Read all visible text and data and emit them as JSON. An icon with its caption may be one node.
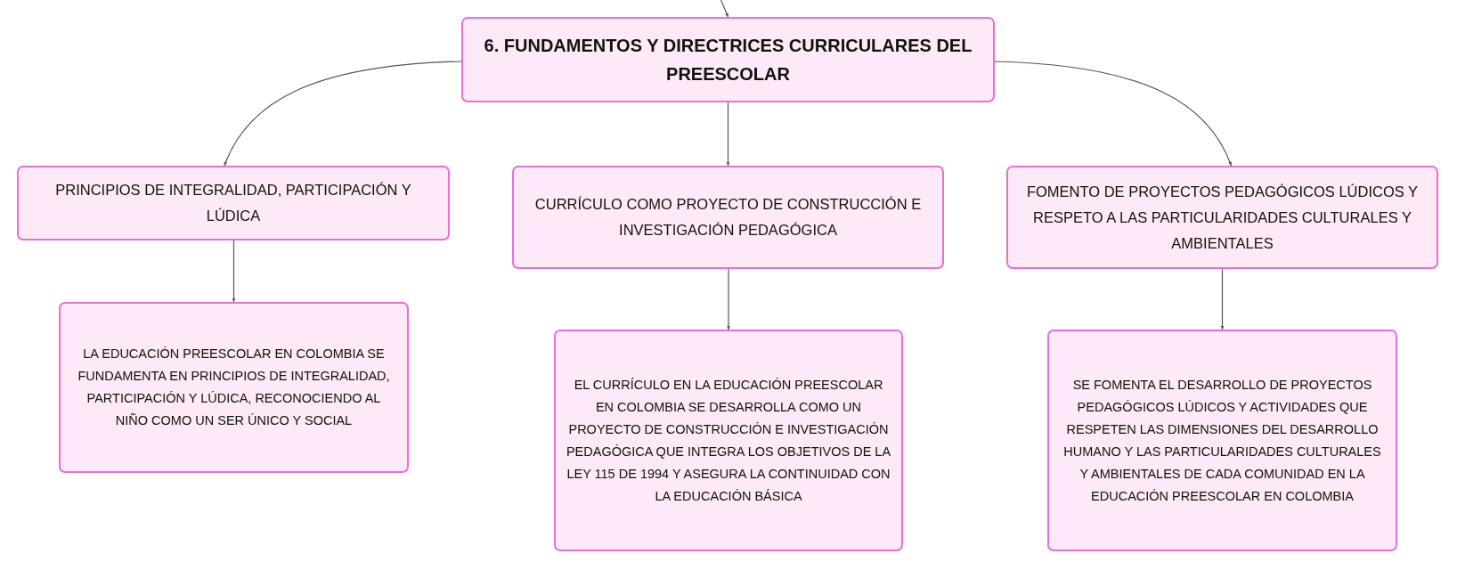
{
  "diagram": {
    "nodes": [
      {
        "text": [
          "6. FUNDAMENTOS Y DIRECTRICES CURRICULARES DEL PREESCOLAR"
        ]
      },
      {
        "text": [
          "PRINCIPIOS DE INTEGRALIDAD, PARTICIPACIÓN Y LÚDICA"
        ]
      },
      {
        "text": [
          "CURRÍCULO COMO PROYECTO DE CONSTRUCCIÓN E INVESTIGACIÓN PEDAGÓGICA"
        ]
      },
      {
        "text": [
          "FOMENTO DE PROYECTOS PEDAGÓGICOS LÚDICOS Y RESPETO A LAS PARTICULARIDADES CULTURALES Y AMBIENTALES"
        ]
      },
      {
        "text": [
          "LA EDUCACIÓN PREESCOLAR EN COLOMBIA SE FUNDAMENTA EN PRINCIPIOS DE INTEGRALIDAD, PARTICIPACIÓN Y LÚDICA, RECONOCIENDO AL NIÑO COMO UN SER ÚNICO Y SOCIAL"
        ]
      },
      {
        "text": [
          "EL CURRÍCULO EN LA EDUCACIÓN PREESCOLAR EN COLOMBIA SE DESARROLLA COMO UN PROYECTO DE CONSTRUCCIÓN E INVESTIGACIÓN PEDAGÓGICA QUE INTEGRA LOS OBJETIVOS DE LA LEY 115 DE 1994 Y ASEGURA LA CONTINUIDAD CON LA EDUCACIÓN BÁSICA"
        ]
      },
      {
        "text": [
          "SE FOMENTA EL DESARROLLO DE PROYECTOS PEDAGÓGICOS LÚDICOS Y ACTIVIDADES QUE RESPETEN LAS DIMENSIONES DEL DESARROLLO HUMANO Y LAS PARTICULARIDADES CULTURALES Y AMBIENTALES DE CADA COMUNIDAD EN LA EDUCACIÓN PREESCOLAR EN COLOMBIA"
        ]
      }
    ],
    "edges": [
      {
        "from": null,
        "to": 0,
        "arrow": "to"
      },
      {
        "from": 0,
        "to": 1,
        "arrow": "to"
      },
      {
        "from": 0,
        "to": 2,
        "arrow": "to"
      },
      {
        "from": 0,
        "to": 3,
        "arrow": "to"
      },
      {
        "from": 1,
        "to": 4,
        "arrow": "to"
      },
      {
        "from": 2,
        "to": 5,
        "arrow": "to"
      },
      {
        "from": 3,
        "to": 6,
        "arrow": "to"
      }
    ]
  }
}
